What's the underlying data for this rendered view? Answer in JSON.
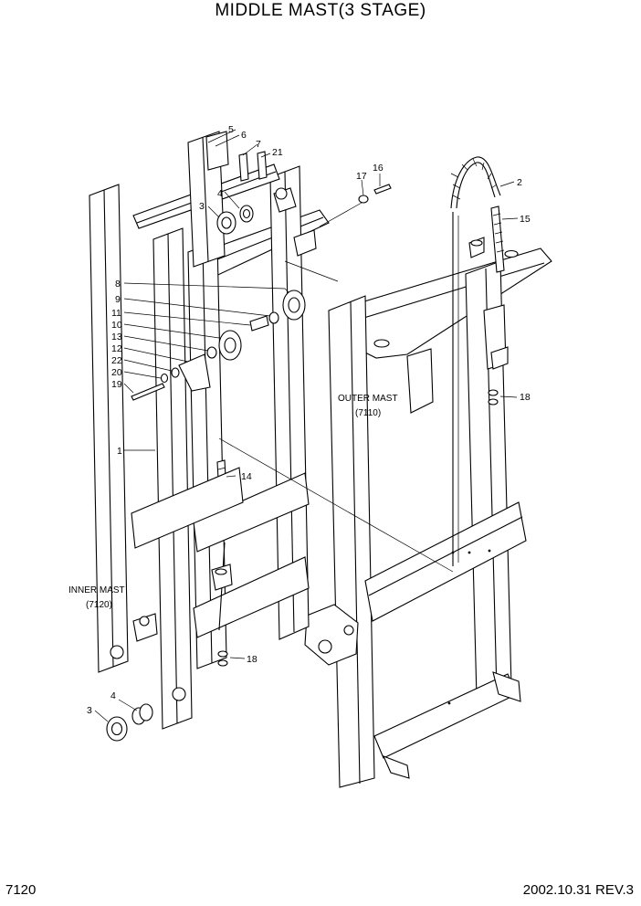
{
  "title": "MIDDLE MAST(3 STAGE)",
  "footer": {
    "page_code": "7120",
    "revision": "2002.10.31 REV.3"
  },
  "assemblies": {
    "inner": {
      "name": "INNER MAST",
      "code": "(7120)"
    },
    "outer": {
      "name": "OUTER MAST",
      "code": "(7110)"
    }
  },
  "callouts": {
    "c1": "1",
    "c2": "2",
    "c3a": "3",
    "c3b": "3",
    "c4a": "4",
    "c4b": "4",
    "c5": "5",
    "c6": "6",
    "c7": "7",
    "c8": "8",
    "c9": "9",
    "c10": "10",
    "c11": "11",
    "c12": "12",
    "c13": "13",
    "c14": "14",
    "c15": "15",
    "c16": "16",
    "c17": "17",
    "c18a": "18",
    "c18b": "18",
    "c19": "19",
    "c20": "20",
    "c21": "21",
    "c22": "22"
  }
}
